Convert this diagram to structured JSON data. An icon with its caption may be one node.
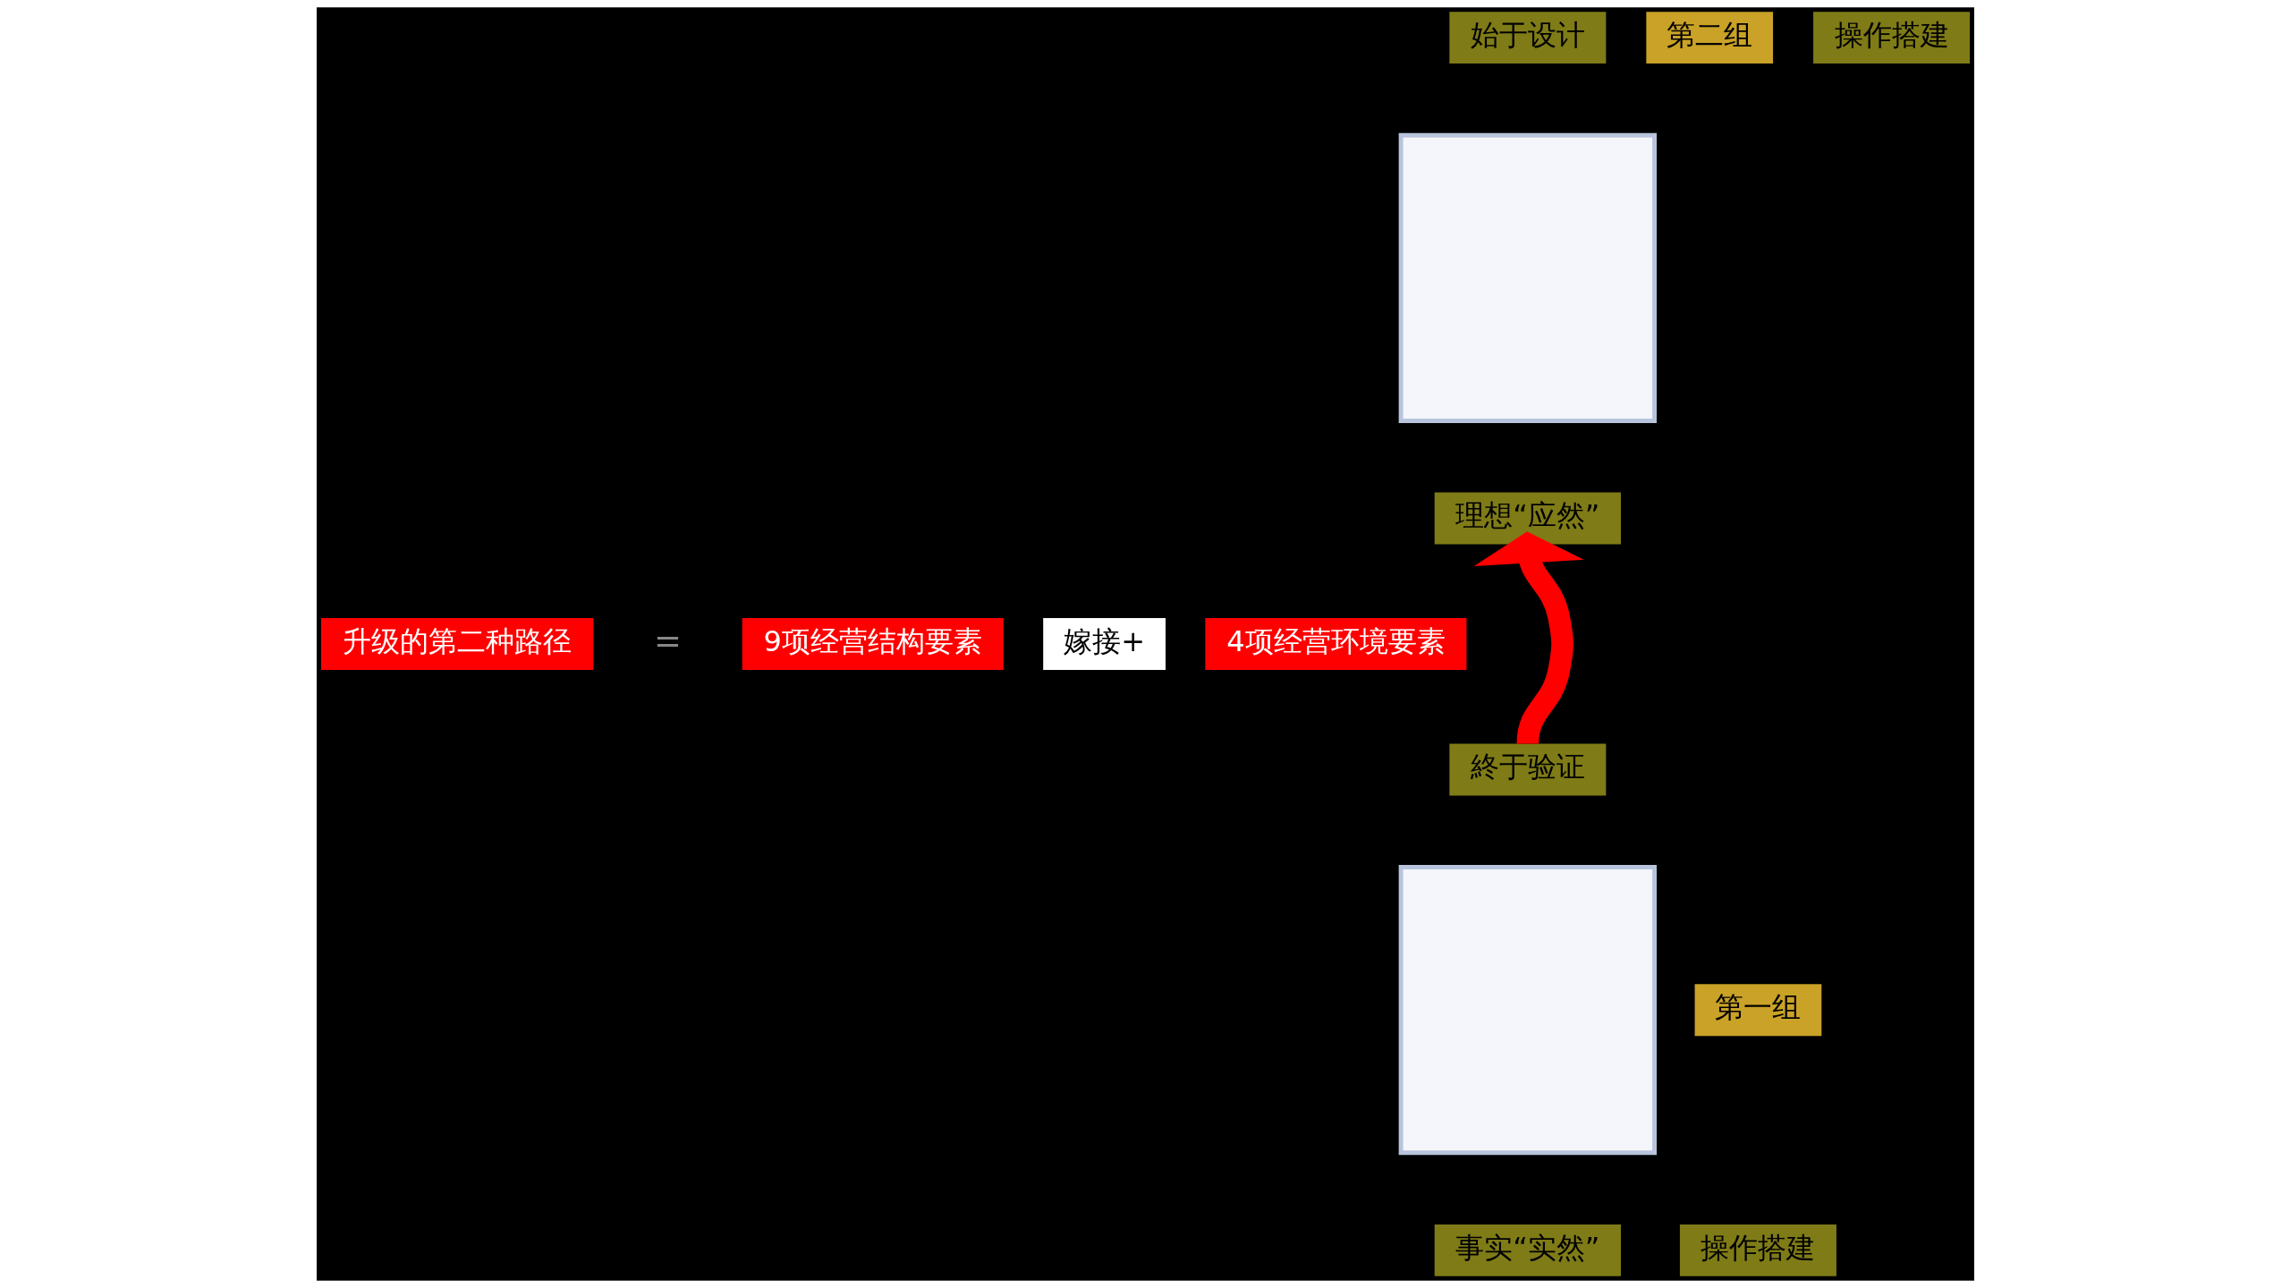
{
  "diagram": {
    "nodes": [
      {
        "text": [
          "始于设计"
        ]
      },
      {
        "text": [],
        "shape": "box"
      },
      {
        "text": [
          "理想“应然”"
        ]
      },
      {
        "text": [
          "第二组"
        ]
      },
      {
        "text": [
          "操作搭建"
        ]
      },
      {
        "text": [
          "升级的第二种路径"
        ]
      },
      {
        "text": [
          "9项经营结构要素"
        ]
      },
      {
        "text": [
          "嫁接+"
        ]
      },
      {
        "text": [
          "4项经营环境要素"
        ]
      },
      {
        "text": [
          "終于验证"
        ]
      },
      {
        "text": [],
        "shape": "box"
      },
      {
        "text": [
          "事实“实然”"
        ]
      },
      {
        "text": [
          "第一组"
        ]
      },
      {
        "text": [
          "操作搭建"
        ]
      }
    ],
    "edges": [
      {
        "from": 9,
        "to": 2,
        "arrow": "to"
      }
    ],
    "labels": [
      "="
    ]
  }
}
